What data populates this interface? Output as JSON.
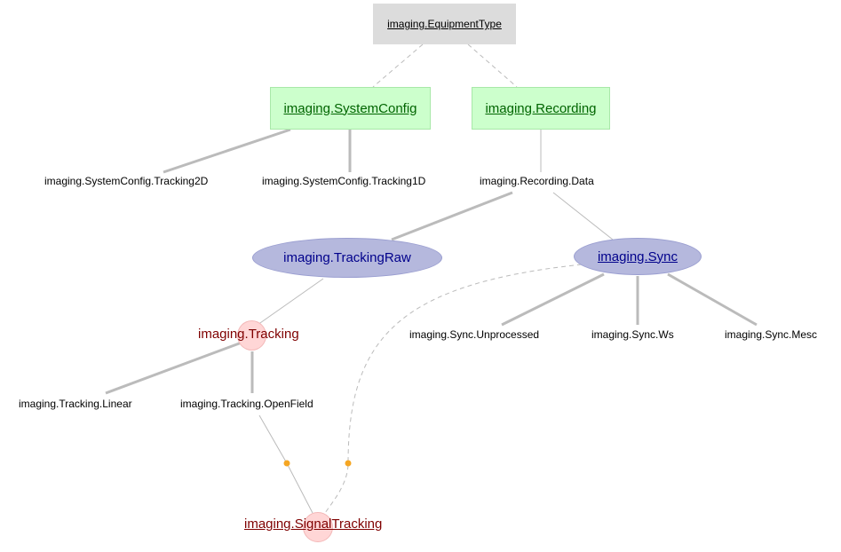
{
  "nodes": {
    "equipment_type": "imaging.EquipmentType",
    "system_config": "imaging.SystemConfig",
    "recording": "imaging.Recording",
    "tracking_2d": "imaging.SystemConfig.Tracking2D",
    "tracking_1d": "imaging.SystemConfig.Tracking1D",
    "recording_data": "imaging.Recording.Data",
    "tracking_raw": "imaging.TrackingRaw",
    "sync": "imaging.Sync",
    "tracking": "imaging.Tracking",
    "sync_unprocessed": "imaging.Sync.Unprocessed",
    "sync_ws": "imaging.Sync.Ws",
    "sync_mesc": "imaging.Sync.Mesc",
    "tracking_linear": "imaging.Tracking.Linear",
    "tracking_openfield": "imaging.Tracking.OpenField",
    "signal_tracking": "imaging.SignalTracking"
  },
  "colors": {
    "manual_fill": "#dcdcdc",
    "lookup_fill": "#ccffcc",
    "lookup_text": "#006400",
    "imported_fill": "#b5b8dd",
    "imported_text": "#00008b",
    "computed_fill": "#ffd6d6",
    "computed_text": "#7f0000",
    "edge": "#bbbbbb",
    "renamed_dot": "#f5a623"
  }
}
